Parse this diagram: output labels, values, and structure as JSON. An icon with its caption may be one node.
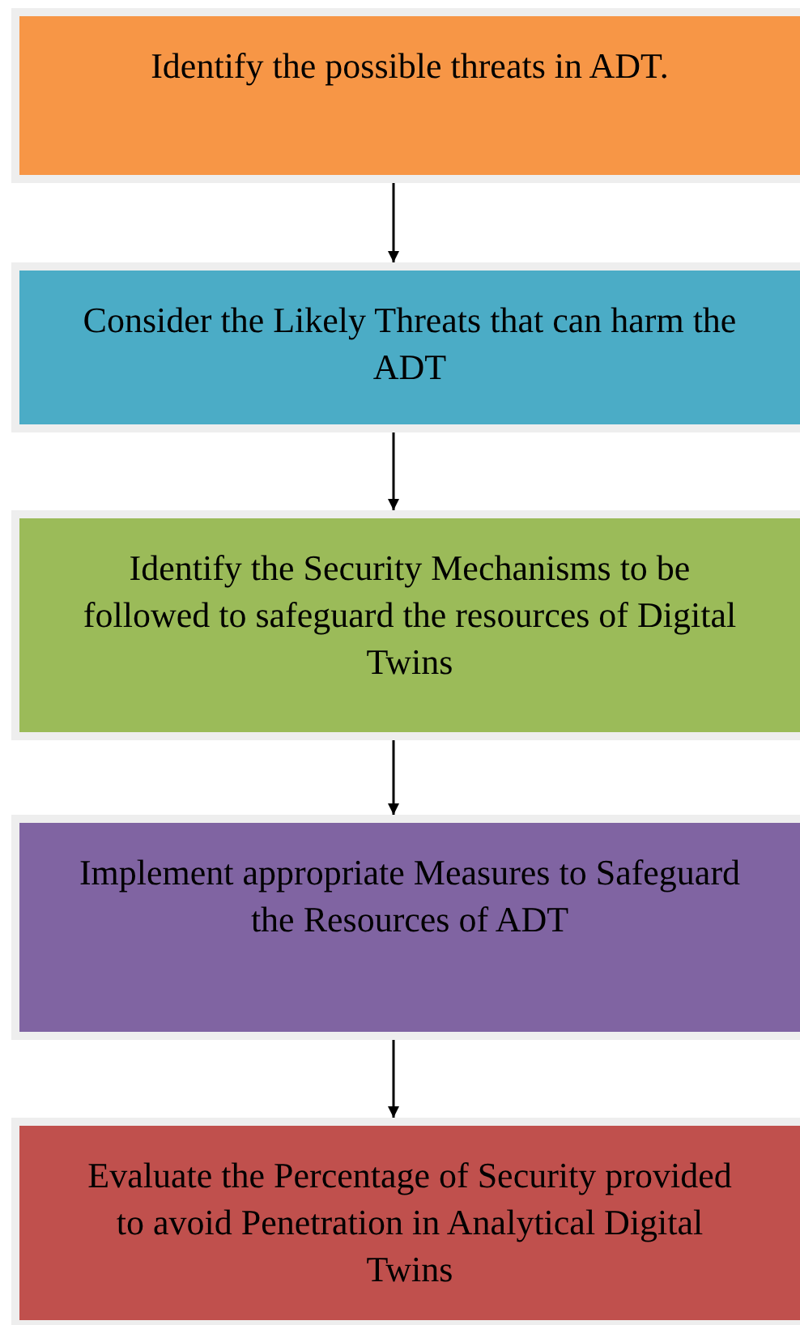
{
  "diagram": {
    "nodes": [
      {
        "text": [
          "Identify the possible threats in ADT."
        ]
      },
      {
        "text": [
          "Consider the Likely Threats that can harm the ADT"
        ]
      },
      {
        "text": [
          "Identify the Security Mechanisms to be followed to safeguard the resources of Digital Twins"
        ]
      },
      {
        "text": [
          "Implement appropriate Measures to Safeguard the Resources of ADT"
        ]
      },
      {
        "text": [
          "Evaluate the Percentage of Security provided to avoid Penetration in Analytical Digital Twins"
        ]
      }
    ],
    "edges": [
      {
        "from": 0,
        "to": 1,
        "arrow": "to"
      },
      {
        "from": 1,
        "to": 2,
        "arrow": "to"
      },
      {
        "from": 2,
        "to": 3,
        "arrow": "to"
      },
      {
        "from": 3,
        "to": 4,
        "arrow": "to"
      }
    ]
  }
}
